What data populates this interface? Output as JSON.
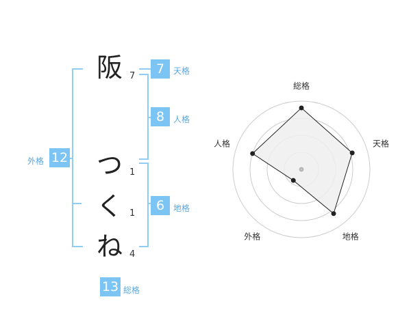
{
  "name": {
    "characters": [
      {
        "char": "阪",
        "strokes": "7"
      },
      {
        "char": "つ",
        "strokes": "1"
      },
      {
        "char": "く",
        "strokes": "1"
      },
      {
        "char": "ね",
        "strokes": "4"
      }
    ]
  },
  "kaku": {
    "tenkaku": {
      "value": "7",
      "label": "天格"
    },
    "jinkaku": {
      "value": "8",
      "label": "人格"
    },
    "chikaku": {
      "value": "6",
      "label": "地格"
    },
    "gaikaku": {
      "value": "12",
      "label": "外格"
    },
    "soukaku": {
      "value": "13",
      "label": "総格"
    }
  },
  "chart_data": {
    "type": "radar",
    "axes": [
      "総格",
      "天格",
      "地格",
      "外格",
      "人格"
    ],
    "values": [
      0.9,
      0.78,
      0.8,
      0.2,
      0.75
    ],
    "range": [
      0,
      1
    ],
    "rings": 4,
    "colors": {
      "fill": "#efefef",
      "stroke": "#222222",
      "grid": "#cccccc",
      "center": "#bbbbbb"
    }
  }
}
